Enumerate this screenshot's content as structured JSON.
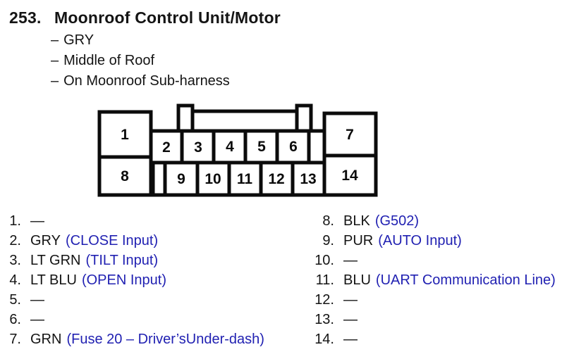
{
  "header": {
    "number": "253.",
    "title": "Moonroof Control Unit/Motor",
    "dash": "–",
    "attributes": [
      "GRY",
      "Middle of Roof",
      "On Moonroof Sub-harness"
    ]
  },
  "connector": {
    "pin_labels": [
      "1",
      "2",
      "3",
      "4",
      "5",
      "6",
      "7",
      "8",
      "9",
      "10",
      "11",
      "12",
      "13",
      "14"
    ]
  },
  "pin_list": {
    "left": [
      {
        "num": "1.",
        "wire": "—",
        "note": ""
      },
      {
        "num": "2.",
        "wire": "GRY",
        "note": "(CLOSE Input)"
      },
      {
        "num": "3.",
        "wire": "LT GRN",
        "note": "(TILT Input)"
      },
      {
        "num": "4.",
        "wire": "LT BLU",
        "note": "(OPEN Input)"
      },
      {
        "num": "5.",
        "wire": "—",
        "note": ""
      },
      {
        "num": "6.",
        "wire": "—",
        "note": ""
      },
      {
        "num": "7.",
        "wire": "GRN",
        "note": "(Fuse 20 – Driver’sUnder-dash)"
      }
    ],
    "right": [
      {
        "num": "8.",
        "wire": "BLK",
        "note": "(G502)"
      },
      {
        "num": "9.",
        "wire": "PUR",
        "note": "(AUTO Input)"
      },
      {
        "num": "10.",
        "wire": "—",
        "note": ""
      },
      {
        "num": "11.",
        "wire": "BLU",
        "note": "(UART Communication Line)"
      },
      {
        "num": "12.",
        "wire": "—",
        "note": ""
      },
      {
        "num": "13.",
        "wire": "—",
        "note": ""
      },
      {
        "num": "14.",
        "wire": "—",
        "note": ""
      }
    ]
  },
  "colors": {
    "link_blue": "#2121b2",
    "line_black": "#0b0b0b",
    "text_black": "#141414",
    "background": "#ffffff"
  }
}
